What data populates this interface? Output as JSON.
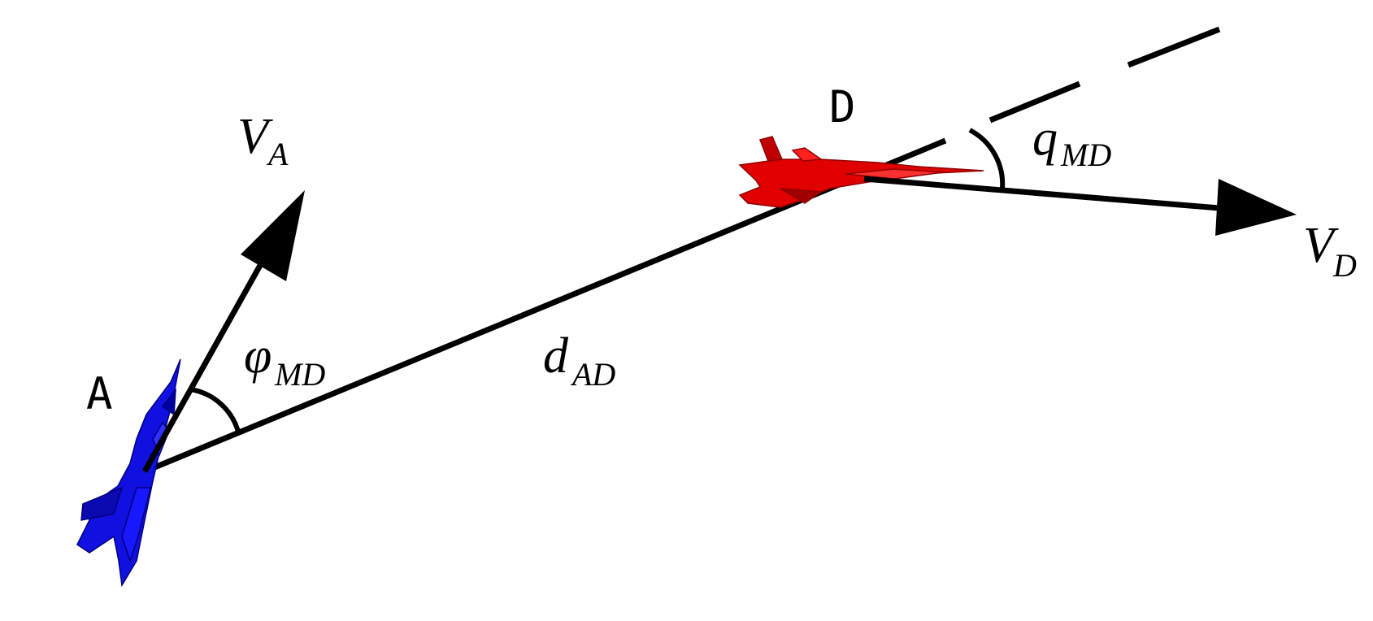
{
  "points": {
    "attacker": "A",
    "defender": "D"
  },
  "labels": {
    "va": {
      "main": "V",
      "sub": "A"
    },
    "vd": {
      "main": "V",
      "sub": "D"
    },
    "phi": {
      "main": "φ",
      "sub": "MD"
    },
    "q": {
      "main": "q",
      "sub": "MD"
    },
    "d": {
      "main": "d",
      "sub": "AD"
    }
  },
  "colors": {
    "line": "#000000",
    "attacker_jet": "#1010e0",
    "defender_jet": "#e00000",
    "background": "#ffffff"
  },
  "icons": {
    "attacker": "blue-fighter-jet-icon",
    "defender": "red-fighter-jet-icon"
  }
}
